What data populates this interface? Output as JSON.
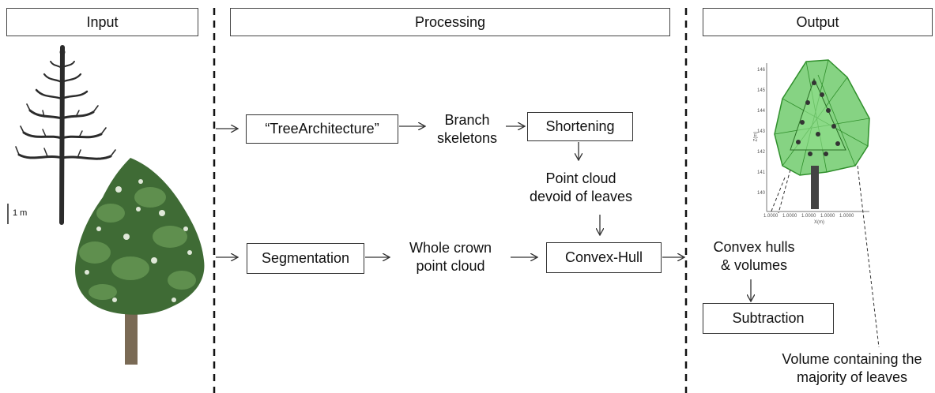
{
  "headers": {
    "input": "Input",
    "processing": "Processing",
    "output": "Output"
  },
  "input": {
    "scale_label": "1 m"
  },
  "processing": {
    "tree_architecture": "“TreeArchitecture”",
    "branch_skeletons_line1": "Branch",
    "branch_skeletons_line2": "skeletons",
    "shortening": "Shortening",
    "point_cloud_line1": "Point cloud",
    "point_cloud_line2": "devoid of leaves",
    "segmentation": "Segmentation",
    "whole_crown_line1": "Whole crown",
    "whole_crown_line2": "point cloud",
    "convex_hull": "Convex-Hull"
  },
  "output": {
    "convex_hulls_line1": "Convex hulls",
    "convex_hulls_line2": "& volumes",
    "subtraction": "Subtraction",
    "volume_line1": "Volume containing the",
    "volume_line2": "majority of leaves",
    "plot_y_ticks": [
      "146",
      "145",
      "144",
      "143",
      "142",
      "141",
      "140"
    ],
    "plot_x_ticks": [
      "1.0000",
      "1.0000",
      "1.0000",
      "1.0000",
      "1.0000"
    ],
    "plot_ylabel": "Z(m)",
    "plot_xlabel": "X(m)"
  },
  "colors": {
    "hull_fill": "#5ec45a",
    "hull_stroke": "#2f8f2b",
    "branch": "#2b2b2b",
    "foliage": "#3f6b35"
  }
}
